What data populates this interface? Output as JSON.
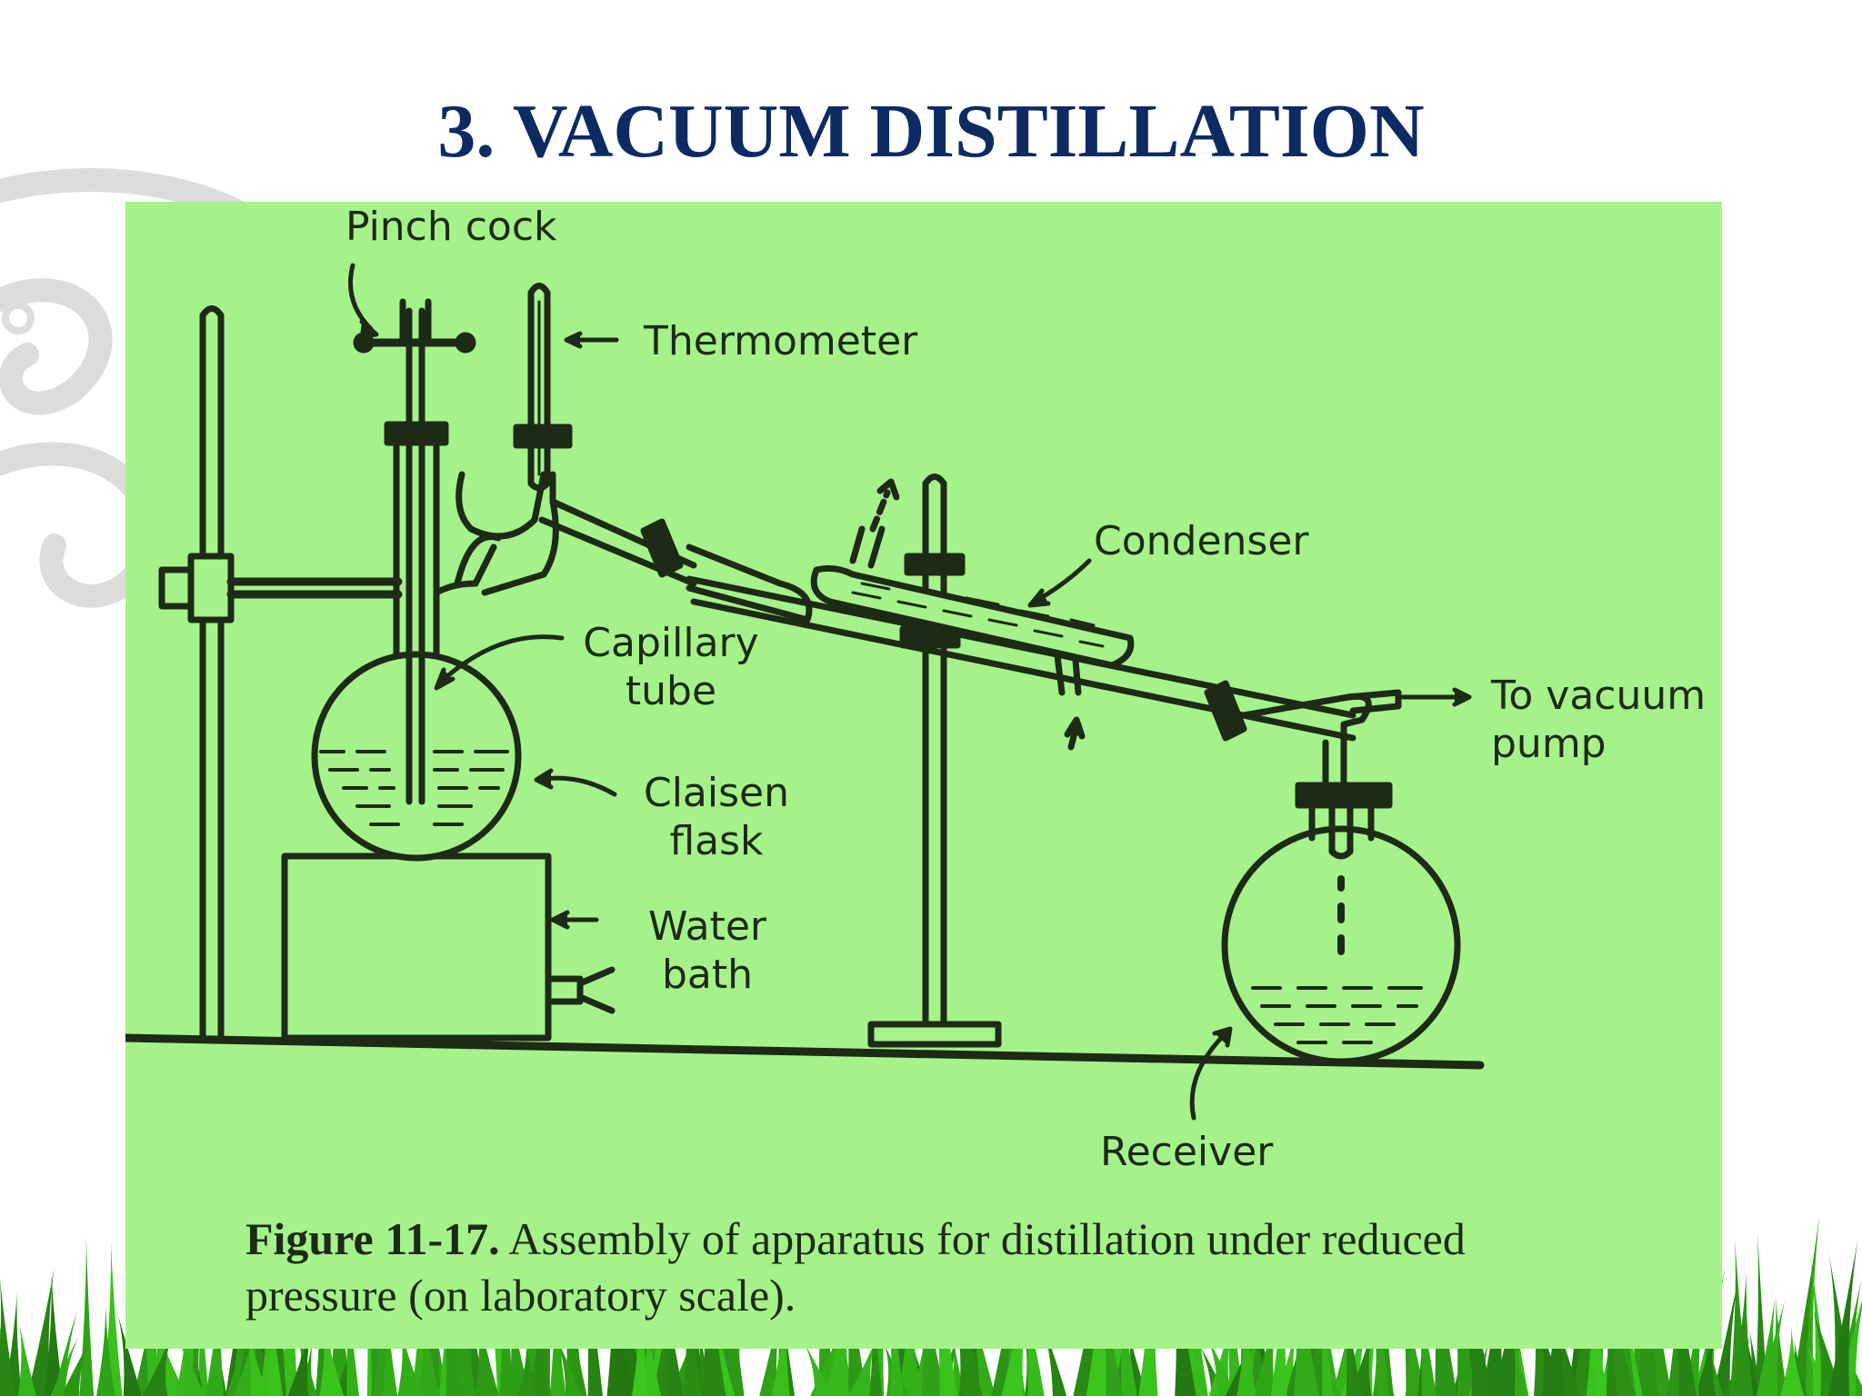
{
  "slide": {
    "title": "3. VACUUM DISTILLATION"
  },
  "diagram": {
    "labels": {
      "pinch_cock": "Pinch cock",
      "thermometer": "Thermometer",
      "condenser": "Condenser",
      "capillary_1": "Capillary",
      "capillary_2": "tube",
      "claisen_1": "Claisen",
      "claisen_2": "flask",
      "water_1": "Water",
      "water_2": "bath",
      "vacuum_1": "To vacuum",
      "vacuum_2": "pump",
      "receiver": "Receiver"
    },
    "caption": {
      "figure": "Figure 11-17.",
      "text": "Assembly of apparatus for distillation under reduced pressure (on laboratory scale)."
    }
  },
  "colors": {
    "title": "#0d2a63",
    "panel": "#a5f28a",
    "ink": "#1d2a16"
  }
}
